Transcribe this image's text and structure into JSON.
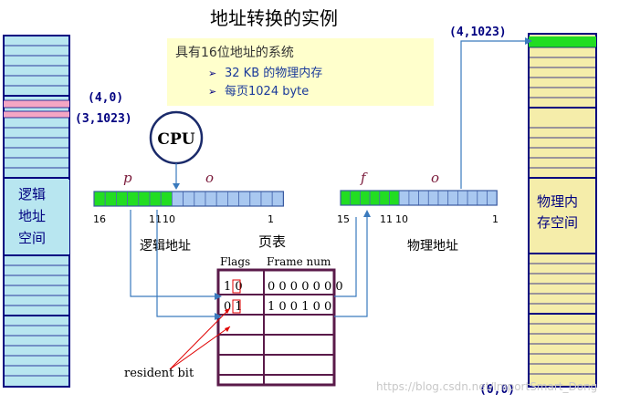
{
  "title": "地址转换的实例",
  "info_box": {
    "heading": "具有16位地址的系统",
    "bullets": [
      "32 KB 的物理内存",
      "每页1024 byte"
    ],
    "bullet_glyph": "➢"
  },
  "cpu_label": "CPU",
  "logical_space": {
    "label": "逻辑地址空间",
    "label_lines": [
      "逻辑",
      "地址",
      "空间"
    ],
    "marker_top": "(4,0)",
    "marker_bottom": "(3,1023)"
  },
  "physical_space": {
    "label": "物理内存空间",
    "label_lines": [
      "物理内",
      "存空间"
    ],
    "marker_top": "(4,1023)",
    "marker_bottom": "(0,0)"
  },
  "logical_address": {
    "label": "逻辑地址",
    "p": "p",
    "o": "o",
    "bit_left": "16",
    "bit_mid_a": "11",
    "bit_mid_b": "10",
    "bit_right": "1",
    "high_bits": 6,
    "low_bits": 10
  },
  "physical_address": {
    "label": "物理地址",
    "f": "f",
    "o": "o",
    "bit_left": "15",
    "bit_mid_a": "11",
    "bit_mid_b": "10",
    "bit_right": "1",
    "high_bits": 5,
    "low_bits": 10
  },
  "page_table": {
    "title": "页表",
    "col_flags": "Flags",
    "col_frame": "Frame num",
    "rows": [
      {
        "flags": "1 0",
        "frame": "0 0 0 0 0 0 0"
      },
      {
        "flags": "0 1",
        "frame": "1 0 0 1 0 0"
      },
      {
        "flags": "",
        "frame": ""
      },
      {
        "flags": "",
        "frame": ""
      },
      {
        "flags": "",
        "frame": ""
      }
    ]
  },
  "resident_bit_label": "resident bit",
  "watermark": "https://blog.csdn.net/ImportSmart_Dong",
  "colors": {
    "logical_fill": "#b8e6f0",
    "physical_fill": "#f5edaa",
    "highlight_pink": "#f5a6c4",
    "highlight_green": "#22dd22",
    "bit_blue": "#a9c8f0",
    "bit_green": "#22dd22",
    "navy": "#000080",
    "table_purple": "#5a1a4a",
    "info_box_fill": "#ffffcc",
    "arrow_blue": "#3a7abd",
    "resident_red": "#e00000"
  }
}
